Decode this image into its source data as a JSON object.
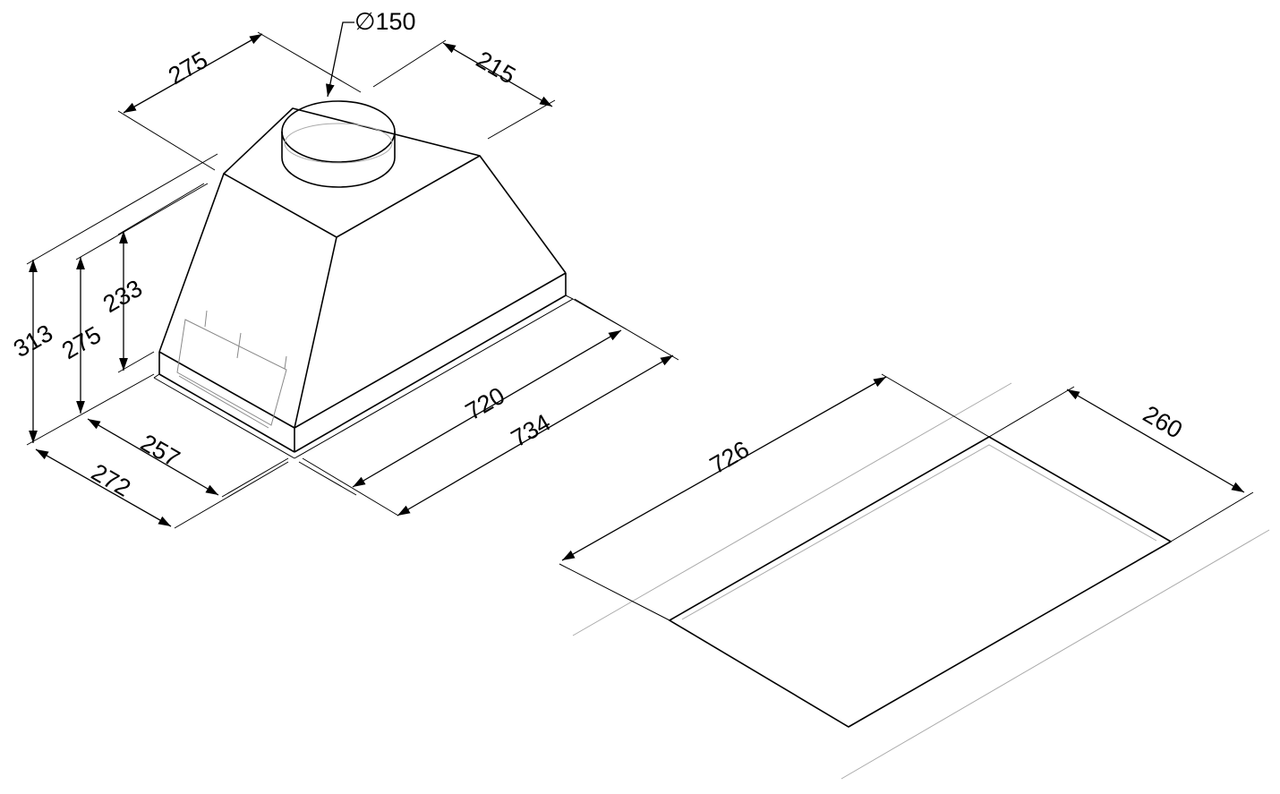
{
  "drawing": {
    "duct_diameter": "∅150",
    "dimensions": {
      "top_depth": "275",
      "top_width": "215",
      "total_height": "313",
      "height_mid": "275",
      "height_body": "233",
      "base_depth_inner": "257",
      "base_depth_outer": "272",
      "base_width_inner": "720",
      "base_width_outer": "734",
      "cutout_width": "726",
      "cutout_depth": "260"
    },
    "line_color": "#000000"
  }
}
